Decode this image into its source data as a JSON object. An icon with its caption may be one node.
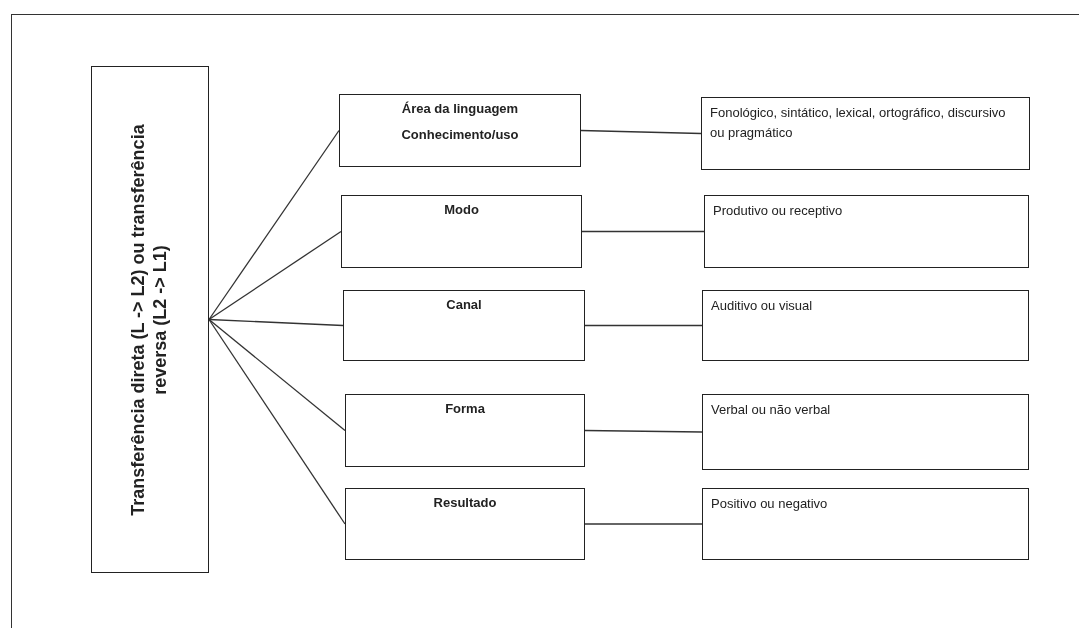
{
  "diagram": {
    "nodes": [
      {
        "text": [
          "Transferência direta (L -> L2) ou transferência reversa (L2 -> L1)"
        ]
      },
      {
        "text": [
          "Área da linguagem",
          "Conhecimento/uso"
        ]
      },
      {
        "text": [
          "Fonológico, sintático, lexical, ortográfico, discursivo ou pragmático"
        ]
      },
      {
        "text": [
          "Modo"
        ]
      },
      {
        "text": [
          "Produtivo ou receptivo"
        ]
      },
      {
        "text": [
          "Canal"
        ]
      },
      {
        "text": [
          "Auditivo ou visual"
        ]
      },
      {
        "text": [
          "Forma"
        ]
      },
      {
        "text": [
          "Verbal ou não verbal"
        ]
      },
      {
        "text": [
          "Resultado"
        ]
      },
      {
        "text": [
          "Positivo ou negativo"
        ]
      }
    ],
    "edges": [
      {
        "from": 0,
        "to": 1,
        "arrow": "none"
      },
      {
        "from": 0,
        "to": 3,
        "arrow": "none"
      },
      {
        "from": 0,
        "to": 5,
        "arrow": "none"
      },
      {
        "from": 0,
        "to": 7,
        "arrow": "none"
      },
      {
        "from": 0,
        "to": 9,
        "arrow": "none"
      },
      {
        "from": 1,
        "to": 2,
        "arrow": "none"
      },
      {
        "from": 3,
        "to": 4,
        "arrow": "none"
      },
      {
        "from": 5,
        "to": 6,
        "arrow": "none"
      },
      {
        "from": 7,
        "to": 8,
        "arrow": "none"
      },
      {
        "from": 9,
        "to": 10,
        "arrow": "none"
      }
    ]
  }
}
